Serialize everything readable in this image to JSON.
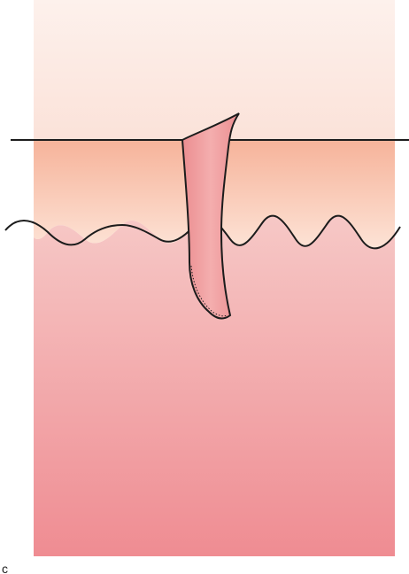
{
  "diagram": {
    "description_layers": [
      "outer-surface",
      "upper-layer",
      "lower-layer"
    ],
    "colors": {
      "outer_surface_top": "#fdf1ec",
      "outer_surface_bottom": "#fbe2d9",
      "upper_layer_top": "#f6b39a",
      "upper_layer_bottom": "#fde3d6",
      "lower_layer_top": "#f6c8c6",
      "lower_layer_bottom": "#ef8c92",
      "line": "#1c1c1c",
      "inserted_object_fill": "#eb8d90",
      "inserted_object_highlight": "#f4aeae"
    },
    "corner_mark": "c"
  }
}
